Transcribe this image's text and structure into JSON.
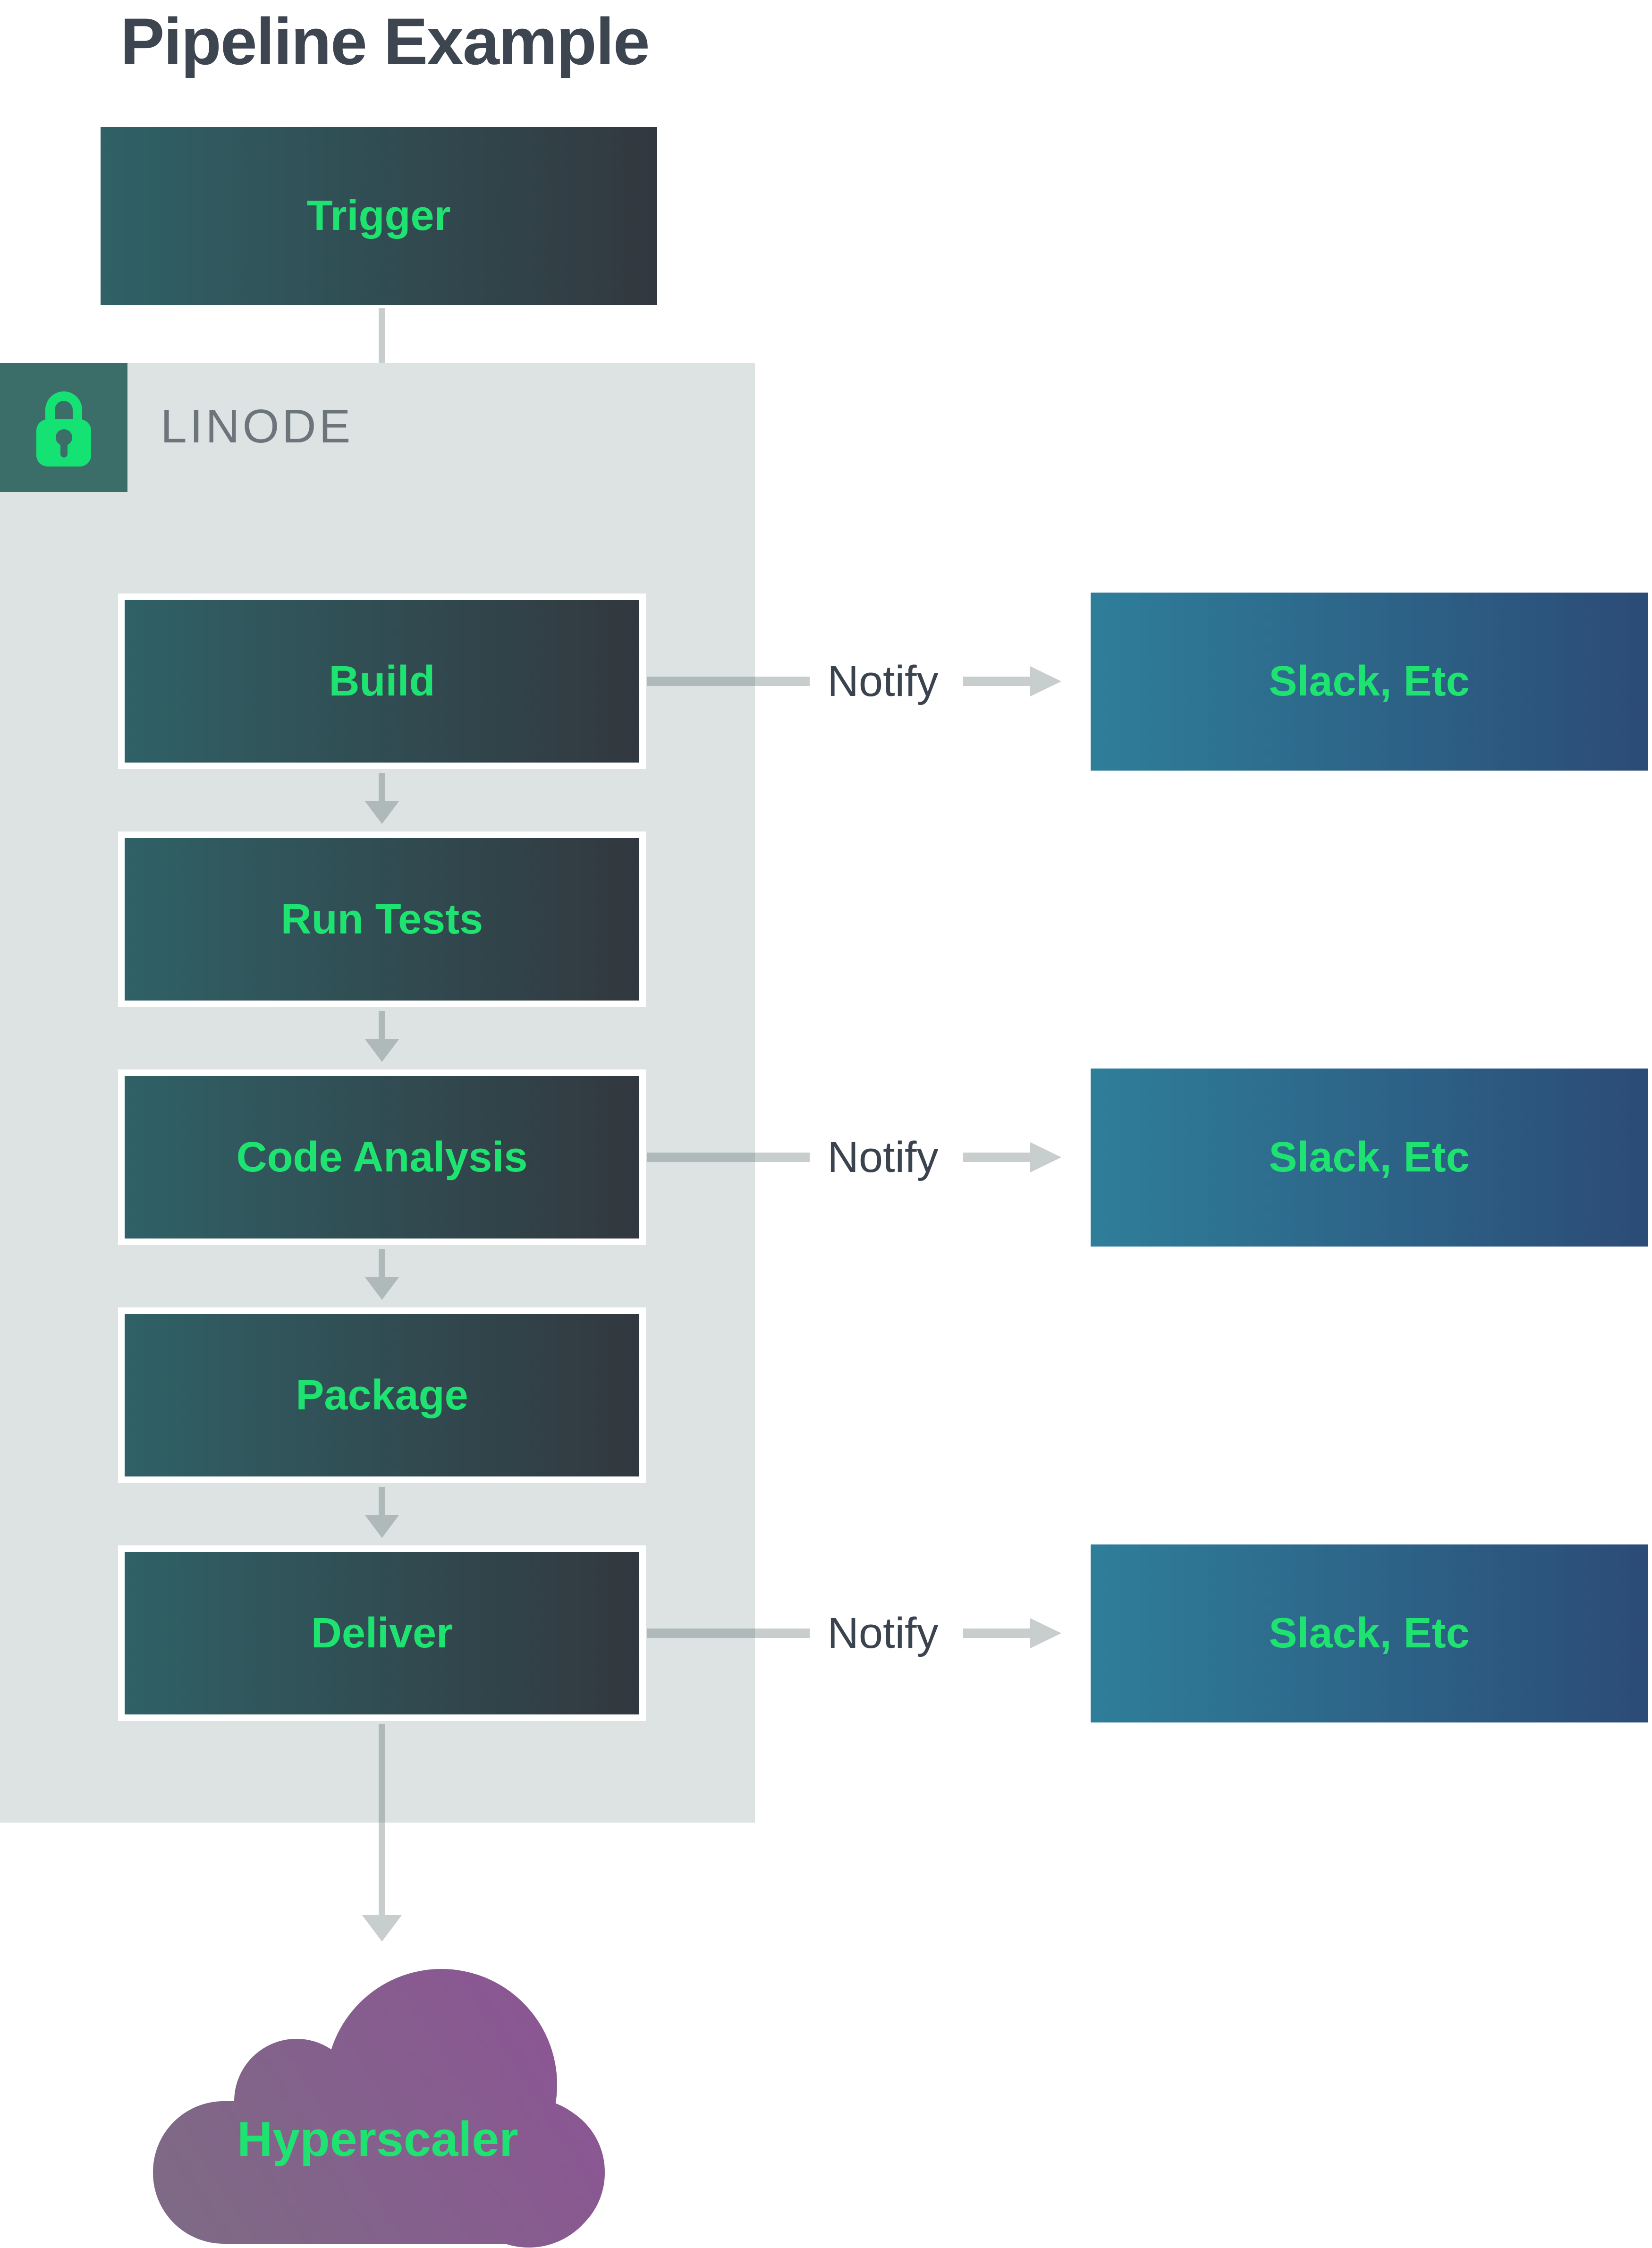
{
  "title": "Pipeline Example",
  "trigger": {
    "label": "Trigger"
  },
  "platform": {
    "label": "LINODE",
    "icon": "padlock-icon"
  },
  "stages": [
    {
      "label": "Build",
      "notifies": true
    },
    {
      "label": "Run Tests",
      "notifies": false
    },
    {
      "label": "Code Analysis",
      "notifies": true
    },
    {
      "label": "Package",
      "notifies": false
    },
    {
      "label": "Deliver",
      "notifies": true
    }
  ],
  "notifications": [
    {
      "label": "Notify",
      "target": "Slack, Etc"
    },
    {
      "label": "Notify",
      "target": "Slack, Etc"
    },
    {
      "label": "Notify",
      "target": "Slack, Etc"
    }
  ],
  "destination": {
    "label": "Hyperscaler"
  },
  "colors": {
    "accent_green": "#1fe370",
    "lock_green": "#14e374",
    "stage_gradient_start": "#2f6166",
    "stage_gradient_end": "#32383f",
    "notify_target_gradient_start": "#2e7e9a",
    "notify_target_gradient_end": "#2c4b77",
    "container_background": "#dce3e2",
    "lock_background": "#3b6d69",
    "cloud_gradient_start": "#7d6c84",
    "cloud_gradient_end": "#8d5296",
    "title_text": "#3d4550",
    "muted_label": "#6d757c",
    "notify_text": "#3a434e",
    "arrow_gray": "#aab3b2"
  }
}
